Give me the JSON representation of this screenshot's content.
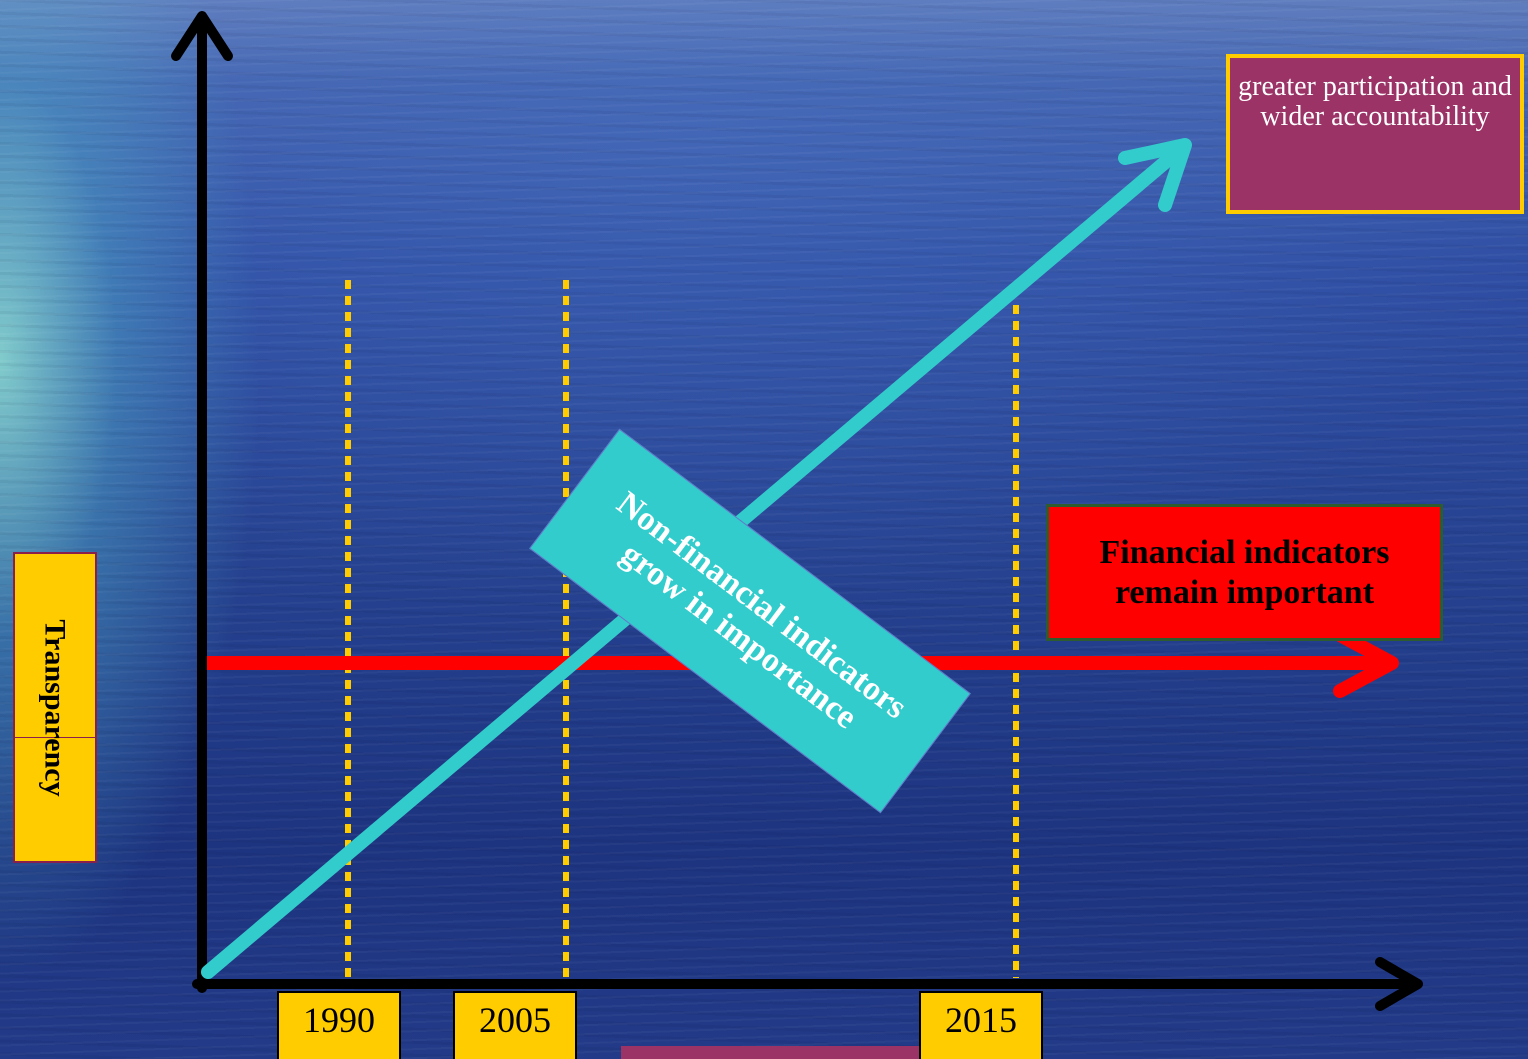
{
  "diagram": {
    "y_axis_label": "Transparency",
    "x_axis_label": "",
    "years": [
      "1990",
      "2005",
      "2015"
    ],
    "outcome_label": "greater participation and wider accountability",
    "financial_label": "Financial indicators remain important",
    "nonfinancial_label": "Non-financial indicators grow in importance"
  },
  "colors": {
    "axis": "#000000",
    "financial_arrow": "#ff0000",
    "nonfinancial_arrow": "#33cccc",
    "year_marker": "#ffcc00",
    "outcome_box": "#9b3367"
  }
}
